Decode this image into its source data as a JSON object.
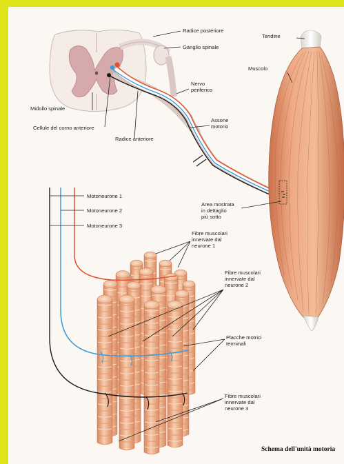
{
  "labels": {
    "radice_posteriore": "Radice posteriore",
    "ganglio_spinale": "Ganglio spinale",
    "midollo_spinale": "Midollo spinale",
    "cellule_corno": "Cellule del corno anteriore",
    "radice_anteriore": "Radice anteriore",
    "nervo_1": "Nervo",
    "nervo_2": "periferico",
    "assone_1": "Assone",
    "assone_2": "motorio",
    "tendine": "Tendine",
    "muscolo": "Muscolo",
    "area_1": "Area mostrata",
    "area_2": "in dettaglio",
    "area_3": "più sotto",
    "motoneurone_1": "Motoneurone 1",
    "motoneurone_2": "Motoneurone 2",
    "motoneurone_3": "Motoneurone 3",
    "fibre1_1": "Fibre muscolari",
    "fibre1_2": "innervate dal",
    "fibre1_3": "neurone 1",
    "fibre2_1": "Fibre muscolari",
    "fibre2_2": "innervate dal",
    "fibre2_3": "neurone 2",
    "placche_1": "Placche motrici",
    "placche_2": "terminali",
    "fibre3_1": "Fibre muscolari",
    "fibre3_2": "innervate dal",
    "fibre3_3": "neurone 3",
    "caption": "Schema dell'unità motoria"
  },
  "colors": {
    "frame": "#dde41a",
    "paper": "#fbf8f3",
    "muscle": "#e9a47f",
    "fiber": "#eeb48f",
    "neuron1": "#e2502c",
    "neuron2": "#3c9ad8",
    "neuron3": "#1a1a1a"
  }
}
